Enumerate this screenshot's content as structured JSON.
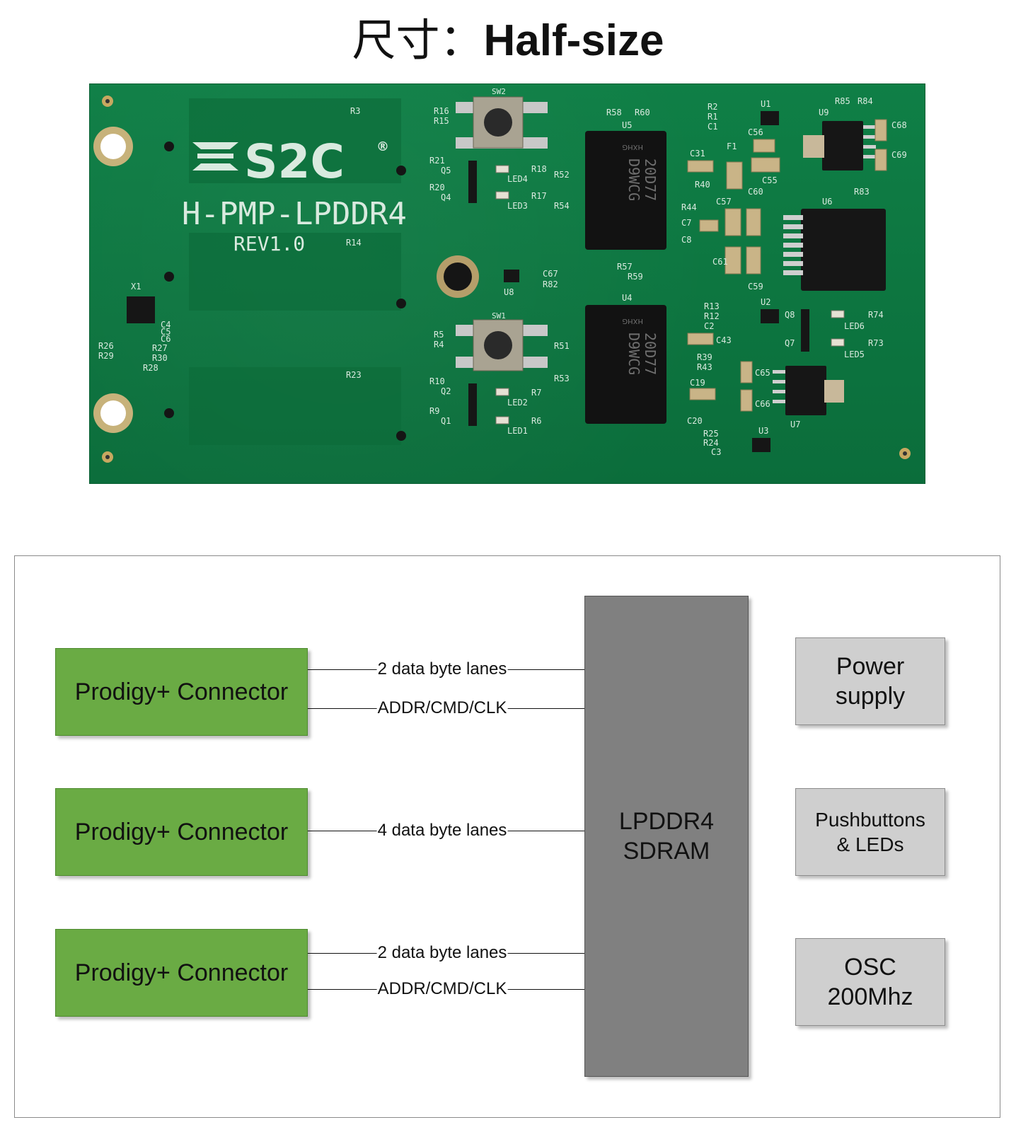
{
  "title": {
    "chinese": "尺寸：",
    "english": "Half-size"
  },
  "pcb": {
    "board_name": "H-PMP-LPDDR4",
    "revision": "REV1.0",
    "logo": "S2C",
    "registered_mark": "®",
    "refs": {
      "sw2": "SW2",
      "sw1": "SW1",
      "u5": "U5",
      "u4": "U4",
      "u1": "U1",
      "u9": "U9",
      "u6": "U6",
      "u2": "U2",
      "u7": "U7",
      "u3": "U3",
      "u8": "U8",
      "x1": "X1",
      "f1": "F1",
      "r3": "R3",
      "r14": "R14",
      "r23": "R23",
      "r16": "R16",
      "r15": "R15",
      "r21": "R21",
      "q5": "Q5",
      "r20": "R20",
      "q4": "Q4",
      "r18": "R18",
      "led4": "LED4",
      "r17": "R17",
      "led3": "LED3",
      "r52": "R52",
      "r54": "R54",
      "r58": "R58",
      "r60": "R60",
      "r57": "R57",
      "r59": "R59",
      "r5": "R5",
      "r4": "R4",
      "r51": "R51",
      "r53": "R53",
      "r10": "R10",
      "q2": "Q2",
      "r9": "R9",
      "q1": "Q1",
      "r7": "R7",
      "led2": "LED2",
      "r6": "R6",
      "led1": "LED1",
      "r2": "R2",
      "r1": "R1",
      "c1": "C1",
      "r85": "R85",
      "r84": "R84",
      "c56": "C56",
      "c68": "C68",
      "c69": "C69",
      "r83": "R83",
      "c31": "C31",
      "c55": "C55",
      "r40": "R40",
      "r44": "R44",
      "c57": "C57",
      "c60": "C60",
      "c7": "C7",
      "c8": "C8",
      "c61": "C61",
      "c59": "C59",
      "c67": "C67",
      "r82": "R82",
      "r13": "R13",
      "r12": "R12",
      "c2": "C2",
      "q8": "Q8",
      "r74": "R74",
      "led6": "LED6",
      "q7": "Q7",
      "r73": "R73",
      "led5": "LED5",
      "c43": "C43",
      "r39": "R39",
      "r43": "R43",
      "c65": "C65",
      "c66": "C66",
      "c19": "C19",
      "c20": "C20",
      "r25": "R25",
      "r24": "R24",
      "c3": "C3",
      "r26": "R26",
      "r29": "R29",
      "r27": "R27",
      "r30": "R30",
      "r28": "R28",
      "c4": "C4",
      "c5": "C5",
      "c6": "C6"
    },
    "chip_text": {
      "memory_line1": "20D77",
      "memory_line2": "D9WCG",
      "memory_brand": "HXHG"
    }
  },
  "diagram": {
    "connectors": [
      {
        "label": "Prodigy+ Connector"
      },
      {
        "label": "Prodigy+ Connector"
      },
      {
        "label": "Prodigy+ Connector"
      }
    ],
    "links": [
      {
        "label": "2 data byte lanes"
      },
      {
        "label": "ADDR/CMD/CLK"
      },
      {
        "label": "4 data byte lanes"
      },
      {
        "label": "2 data byte lanes"
      },
      {
        "label": "ADDR/CMD/CLK"
      }
    ],
    "sdram": {
      "label": "LPDDR4\nSDRAM"
    },
    "aux": [
      {
        "label": "Power\nsupply"
      },
      {
        "label": "Pushbuttons\n& LEDs"
      },
      {
        "label": "OSC\n200Mhz"
      }
    ],
    "colors": {
      "connector": "#6aab44",
      "sdram": "#808080",
      "aux": "#cfcfcf",
      "pcb": "#0e7a43"
    }
  }
}
